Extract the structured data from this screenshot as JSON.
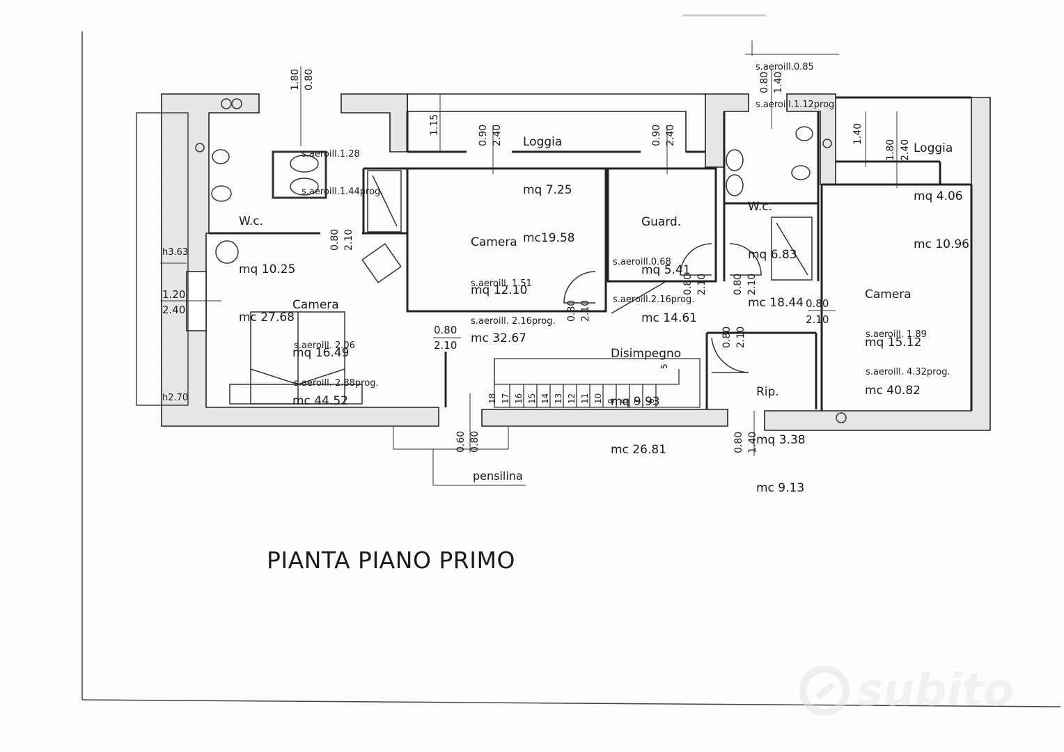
{
  "title": "PIANTA PIANO PRIMO",
  "watermark": "subito",
  "rooms": {
    "wc1": {
      "name": "W.c.",
      "mq": "mq 10.25",
      "mc": "mc 27.68",
      "a1": "s.aeroill.1.28",
      "a2": "s.aeroill.1.44prog."
    },
    "loggia1": {
      "name": "Loggia",
      "mq": "mq 7.25",
      "mc": "mc19.58"
    },
    "camera1": {
      "name": "Camera",
      "mq": "mq 16.49",
      "mc": "mc 44.52",
      "a1": "s.aeroill. 2.06",
      "a2": "s.aeroill. 2.88prog."
    },
    "camera2": {
      "name": "Camera",
      "mq": "mq 12.10",
      "mc": "mc 32.67",
      "a1": "s.aeroill. 1.51",
      "a2": "s.aeroill. 2.16prog."
    },
    "guard": {
      "name": "Guard.",
      "mq": "mq 5.41",
      "mc": "mc 14.61",
      "a1": "s.aeroill.0.68",
      "a2": "s.aeroill.2.16prog."
    },
    "wc2": {
      "name": "W.c.",
      "mq": "mq 6.83",
      "mc": "mc 18.44",
      "a1": "s.aeroill.0.85",
      "a2": "s.aeroill.1.12prog."
    },
    "loggia2": {
      "name": "Loggia",
      "mq": "mq 4.06",
      "mc": "mc 10.96"
    },
    "camera3": {
      "name": "Camera",
      "mq": "mq 15.12",
      "mc": "mc 40.82",
      "a1": "s.aeroill. 1.89",
      "a2": "s.aeroill. 4.32prog."
    },
    "disimpegno": {
      "name": "Disimpegno",
      "mq": "mq 9.93",
      "mc": "mc 26.81"
    },
    "rip": {
      "name": "Rip.",
      "mq": "mq 3.38",
      "mc": "mc 9.13"
    }
  },
  "dims": {
    "d1": "1.80",
    "d2": "0.80",
    "d3": "1.15",
    "d4": "0.90",
    "d5": "2.40",
    "d6": "0.90",
    "d7": "2.40",
    "d8": "0.80",
    "d9": "1.40",
    "d10": "1.40",
    "d11": "1.80",
    "d12": "2.40",
    "d13": "0.80",
    "d14": "2.10",
    "d15": "0.80",
    "d16": "2.10",
    "d17": "0.80",
    "d18": "2.10",
    "d19": "0.80",
    "d20": "2.10",
    "d21": "0.80",
    "d22": "2.10",
    "d23": "0.80",
    "d24": "2.10",
    "d25": "0.80",
    "d26": "2.10",
    "d27": "0.60",
    "d28": "0.80",
    "d29": "0.80",
    "d30": "1.40",
    "h1": "h3.63",
    "h2": "1.20",
    "h3": "2.40",
    "h4": "h2.70",
    "pensilina": "pensilina"
  },
  "stairs": [
    "18",
    "17",
    "16",
    "15",
    "14",
    "13",
    "12",
    "11",
    "10",
    "9",
    "8",
    "7",
    "6",
    "5"
  ]
}
